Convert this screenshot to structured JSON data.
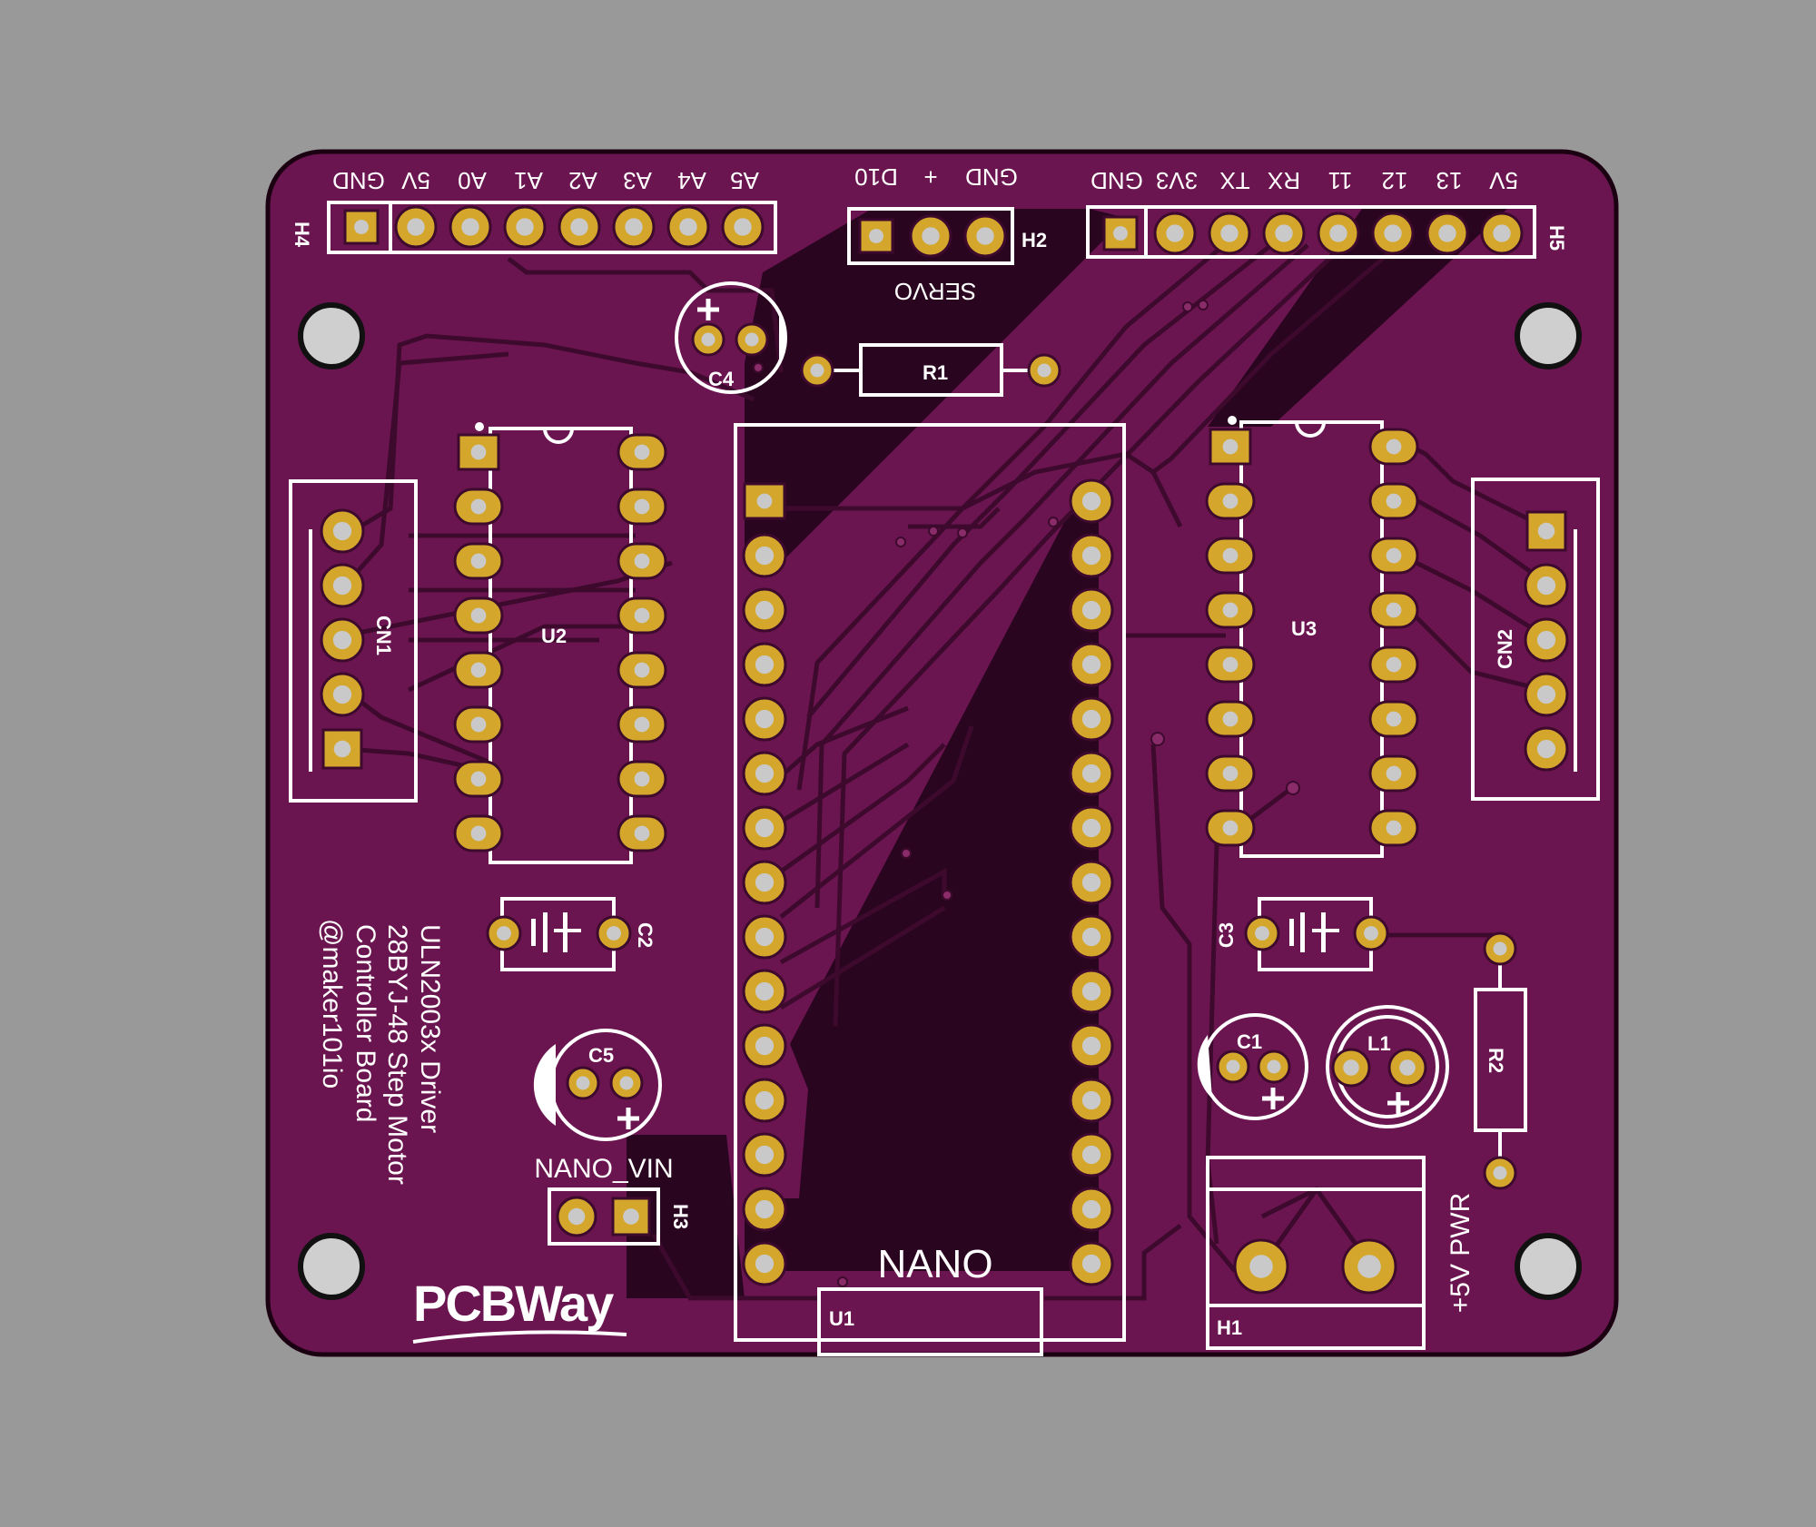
{
  "colors": {
    "background": "#999999",
    "board": "#6b1550",
    "copper_dark": "#2a0520",
    "trace": "#3d0a2e",
    "pad_gold": "#d4a72c",
    "drill": "#c9c9c9",
    "silkscreen": "#ffffff"
  },
  "headers": {
    "h4": {
      "designator": "H4",
      "pins": [
        "GND",
        "5V",
        "A0",
        "A1",
        "A2",
        "A3",
        "A4",
        "A5"
      ]
    },
    "h2": {
      "designator": "H2",
      "pins": [
        "GND",
        "+",
        "D10"
      ],
      "label": "SERVO"
    },
    "h5": {
      "designator": "H5",
      "pins": [
        "GND",
        "3V3",
        "TX",
        "RX",
        "11",
        "12",
        "13",
        "5V"
      ]
    },
    "h3": {
      "designator": "H3",
      "label": "NANO_VIN"
    },
    "h1": {
      "designator": "H1",
      "label": "+5V PWR"
    }
  },
  "components": {
    "c1": "C1",
    "c2": "C2",
    "c3": "C3",
    "c4": "C4",
    "c5": "C5",
    "l1": "L1",
    "r1": "R1",
    "r2": "R2",
    "u1": "U1",
    "u2": "U2",
    "u3": "U3",
    "cn1": "CN1",
    "cn2": "CN2",
    "nano": "NANO"
  },
  "board_text": {
    "line1": "ULN2003x Driver",
    "line2": "28BYJ-48 Step Motor",
    "line3": "Controller Board",
    "line4": "@maker101io",
    "logo": "PCBWay"
  },
  "icons": [
    "mounting-hole-icon",
    "pcbway-logo-icon",
    "polarity-plus-icon"
  ]
}
